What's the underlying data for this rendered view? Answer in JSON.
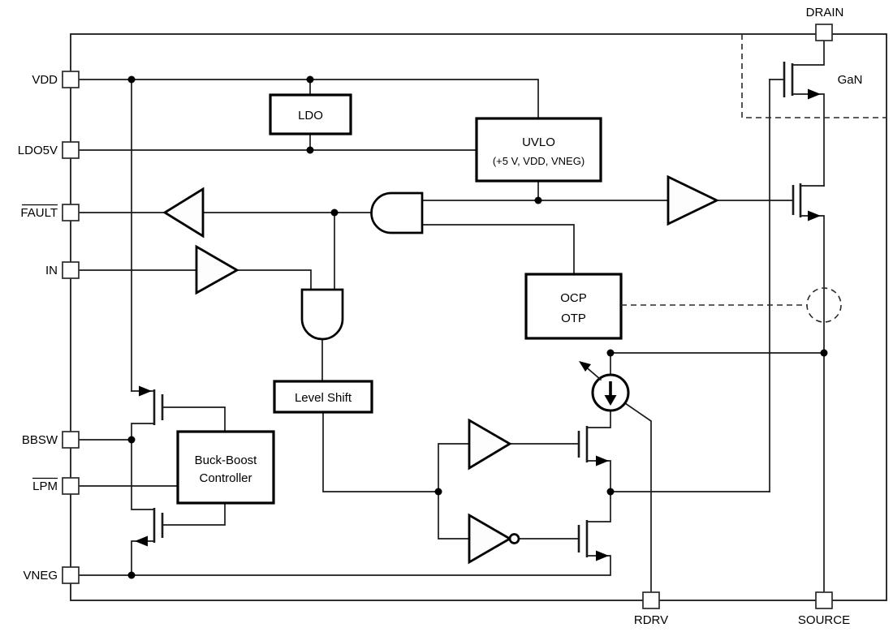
{
  "diagram": {
    "type": "functional-block-diagram",
    "pins": {
      "left": [
        {
          "label": "VDD",
          "overline": false
        },
        {
          "label": "LDO5V",
          "overline": false
        },
        {
          "label": "FAULT",
          "overline": true
        },
        {
          "label": "IN",
          "overline": false
        },
        {
          "label": "BBSW",
          "overline": false
        },
        {
          "label": "LPM",
          "overline": true
        },
        {
          "label": "VNEG",
          "overline": false
        }
      ],
      "top": [
        {
          "label": "DRAIN",
          "overline": false
        }
      ],
      "bottom": [
        {
          "label": "RDRV",
          "overline": false
        },
        {
          "label": "SOURCE",
          "overline": false
        }
      ]
    },
    "blocks": {
      "ldo": {
        "label": "LDO"
      },
      "uvlo": {
        "title": "UVLO",
        "subtitle": "(+5 V, VDD, VNEG)"
      },
      "ocp_otp": {
        "line1": "OCP",
        "line2": "OTP"
      },
      "level_shift": {
        "label": "Level Shift"
      },
      "buck_boost": {
        "line1": "Buck-Boost",
        "line2": "Controller"
      }
    },
    "annotations": {
      "gan": {
        "label": "GaN"
      }
    },
    "symbols": [
      "and-gate",
      "buffer",
      "inverter",
      "mosfet",
      "variable-current-source",
      "current-sense-circle"
    ],
    "colors": {
      "background": "#ffffff",
      "wire": "#1a1a1a",
      "block_border": "#000000",
      "text": "#000000"
    }
  }
}
